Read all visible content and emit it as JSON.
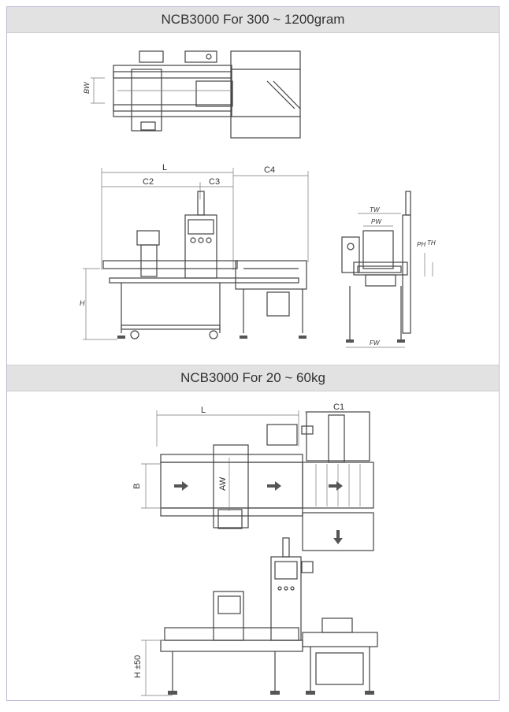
{
  "sections": [
    {
      "title": "NCB3000 For 300 ~ 1200gram"
    },
    {
      "title": "NCB3000 For 20 ~ 60kg"
    }
  ],
  "small_model_labels": {
    "bw": "BW",
    "l": "L",
    "c2": "C2",
    "c3": "C3",
    "c4": "C4",
    "h": "H",
    "tw": "TW",
    "pw": "PW",
    "ph": "PH",
    "th": "TH",
    "fw": "FW"
  },
  "large_model_labels": {
    "l": "L",
    "c1": "C1",
    "b": "B",
    "aw": "AW",
    "h": "H ±50"
  }
}
